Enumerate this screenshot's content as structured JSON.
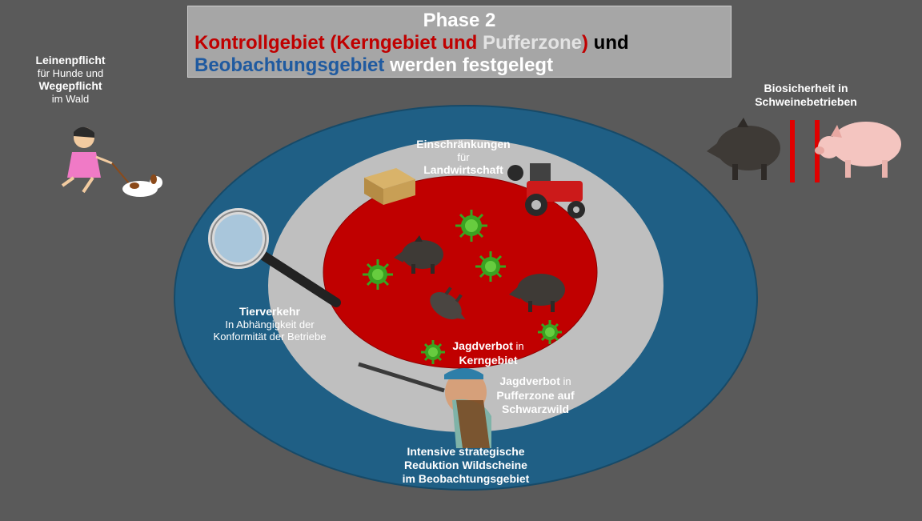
{
  "title": {
    "phase": "Phase 2",
    "line1": {
      "kontroll": "Kontrollgebiet (Kerngebiet und ",
      "puffer": "Pufferzone",
      "close": ")",
      "und": " und"
    },
    "line2": {
      "beob": "Beobachtungsgebiet",
      "rest": " werden festgelegt"
    }
  },
  "left_note": {
    "leinen": "Leinenpflicht",
    "fuer_hunde": "für Hunde und",
    "wege": "Wegepflicht",
    "wald": "im Wald"
  },
  "right_note": {
    "line1": "Biosicherheit in",
    "line2": "Schweinebetrieben"
  },
  "landwirtschaft": {
    "einschr": "Einschränkungen",
    "fuer": "für",
    "landw": "Landwirtschaft"
  },
  "tierverkehr": {
    "head": "Tierverkehr",
    "l1": "In Abhängigkeit der",
    "l2": "Konformität der Betriebe"
  },
  "jagd_kern": {
    "jagdverbot": "Jagdverbot",
    "in": " in",
    "kern": "Kerngebiet"
  },
  "jagd_puffer": {
    "jagdverbot": "Jagdverbot",
    "in": " in",
    "l2": "Pufferzone auf",
    "l3": "Schwarzwild"
  },
  "reduktion": {
    "l1": "Intensive strategische",
    "l2": "Reduktion Wildscheine",
    "l3": "im Beobachtungsgebiet"
  },
  "colors": {
    "background": "#5a5a5a",
    "outer_zone": "#1f5f85",
    "buffer_zone": "#bfbfbf",
    "core_zone": "#c00000",
    "title_box": "#a6a6a6",
    "divider": "#e00000"
  }
}
